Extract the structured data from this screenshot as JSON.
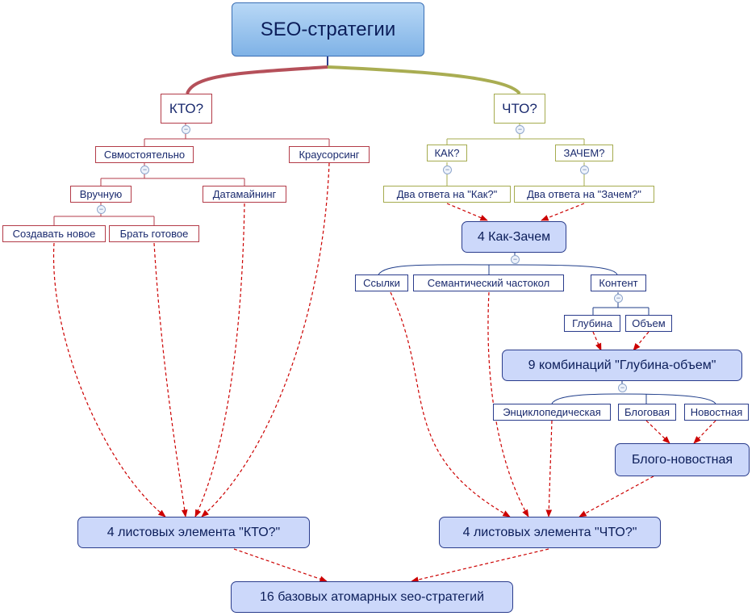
{
  "diagram": {
    "root": "SEO-стратегии",
    "who": {
      "title": "КТО?",
      "self": "Свмостоятельно",
      "crowd": "Краусорсинг",
      "manual": "Вручную",
      "datamining": "Датамайнинг",
      "create_new": "Создавать новое",
      "take_ready": "Брать готовое",
      "leaf_summary": "4 листовых элемента \"КТО?\""
    },
    "what": {
      "title": "ЧТО?",
      "how": "КАК?",
      "why": "ЗАЧЕМ?",
      "how_answers": "Два ответа на \"Как?\"",
      "why_answers": "Два ответа на \"Зачем?\"",
      "how_why": "4 Как-Зачем",
      "links": "Ссылки",
      "semantic": "Семантический частокол",
      "content": "Контент",
      "depth": "Глубина",
      "volume": "Объем",
      "combinations": "9 комбинаций \"Глубина-объем\"",
      "encyclopedic": "Энциклопедическая",
      "blog": "Блоговая",
      "news": "Новостная",
      "blog_news": "Блого-новостная",
      "leaf_summary": "4 листовых элемента \"ЧТО?\""
    },
    "final": "16 базовых атомарных seo-стратегий",
    "collapse_symbol": "−"
  },
  "colors": {
    "who_branch": "#b5505a",
    "what_branch": "#a9ad52",
    "who_border": "#b33b48",
    "what_border": "#a5ab4e",
    "blue_border": "#2a3c8c",
    "pill_fill": "#ccd8fa",
    "arrow": "#cc0000",
    "connector": "#1f3d8a"
  }
}
